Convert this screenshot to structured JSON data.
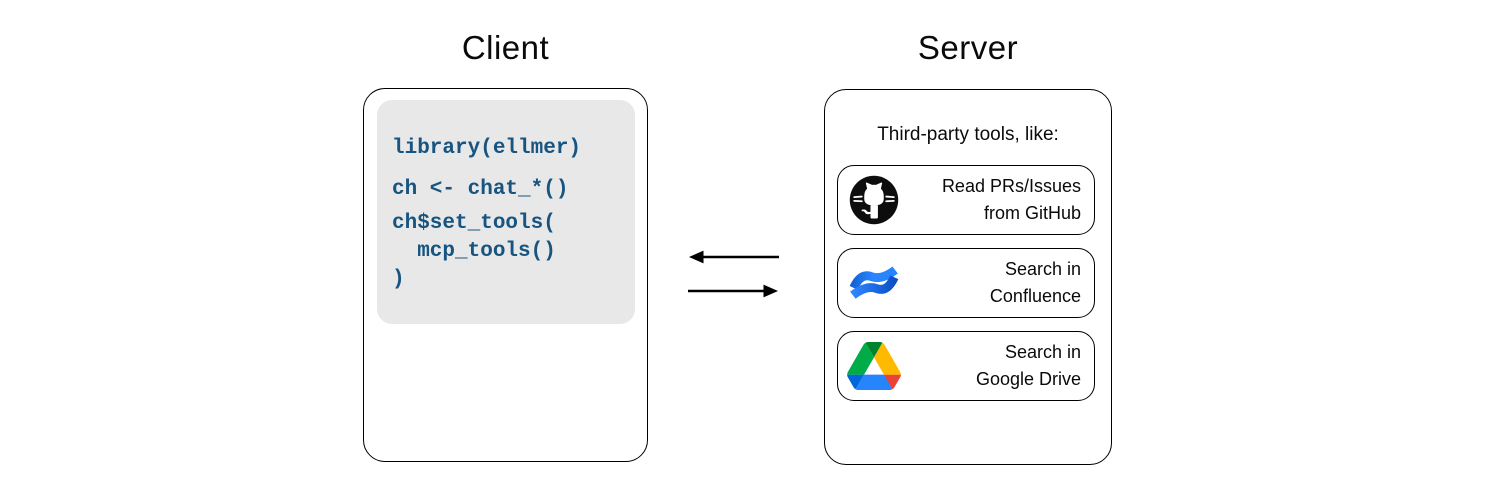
{
  "client": {
    "title": "Client",
    "code_blocks": [
      "library(ellmer)",
      "ch <- chat_*()",
      "ch$set_tools(\n  mcp_tools()\n)"
    ]
  },
  "server": {
    "title": "Server",
    "heading": "Third-party tools, like:",
    "tools": [
      {
        "name": "github",
        "icon": "github-octocat-icon",
        "lines": [
          "Read PRs/Issues",
          "from GitHub"
        ]
      },
      {
        "name": "confluence",
        "icon": "confluence-icon",
        "lines": [
          "Search in",
          "Confluence"
        ]
      },
      {
        "name": "google-drive",
        "icon": "google-drive-icon",
        "lines": [
          "Search in",
          "Google Drive"
        ]
      }
    ]
  },
  "arrows": {
    "top_direction": "server-to-client (left)",
    "bottom_direction": "client-to-server (right)"
  },
  "colors": {
    "code_text": "#175580",
    "code_background": "#E8E8E8",
    "outline": "#000000",
    "github_black": "#0d0d0d",
    "confluence_blue": "#2684FF",
    "confluence_blue_dark": "#0B4FC5",
    "drive_blue": "#2684FC",
    "drive_green": "#00AC47",
    "drive_dark_green": "#00832D",
    "drive_yellow": "#FFBA00",
    "drive_red": "#EA4335",
    "drive_deep_blue": "#0066DA"
  }
}
